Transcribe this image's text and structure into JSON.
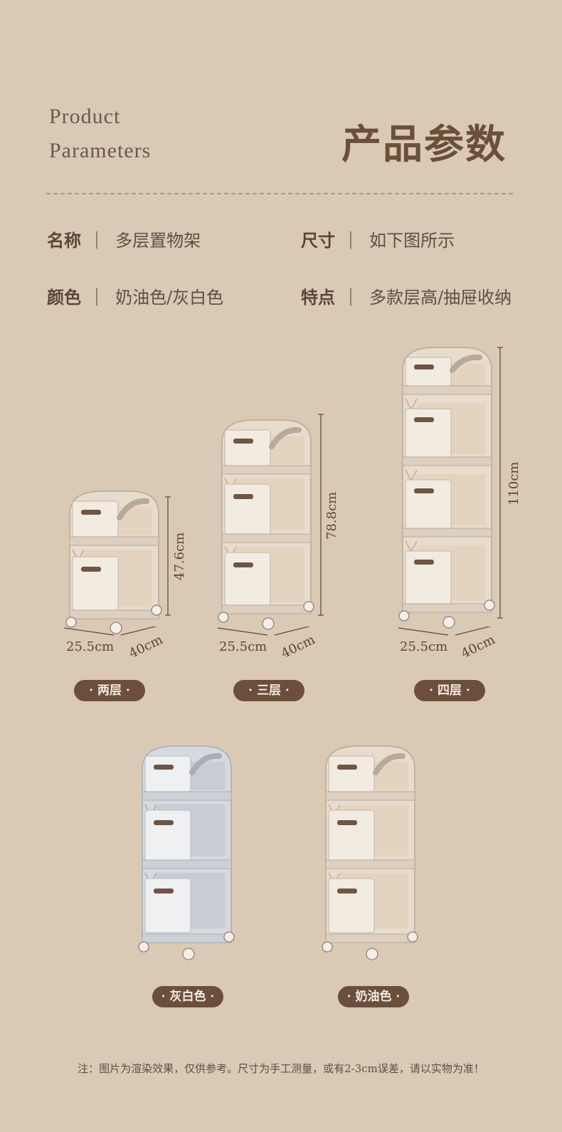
{
  "header": {
    "title_en_line1": "Product",
    "title_en_line2": "Parameters",
    "title_zh": "产品参数"
  },
  "params": [
    {
      "key": "名称",
      "sep": "|",
      "value": "多层置物架"
    },
    {
      "key": "尺寸",
      "sep": "|",
      "value": "如下图所示"
    },
    {
      "key": "颜色",
      "sep": "|",
      "value": "奶油色/灰白色"
    },
    {
      "key": "特点",
      "sep": "|",
      "value": "多款层高/抽屉收纳"
    }
  ],
  "sizes": [
    {
      "label": "· 两层 ·",
      "height": "47.6cm",
      "width": "25.5cm",
      "depth": "40cm"
    },
    {
      "label": "· 三层 ·",
      "height": "78.8cm",
      "width": "25.5cm",
      "depth": "40cm"
    },
    {
      "label": "· 四层 ·",
      "height": "110cm",
      "width": "25.5cm",
      "depth": "40cm"
    }
  ],
  "colors": [
    {
      "label": "· 灰白色 ·",
      "hex": "#d6d9de"
    },
    {
      "label": "· 奶油色 ·",
      "hex": "#e7dccd"
    }
  ],
  "note": "注：图片为渲染效果，仅供参考。尺寸为手工测量，或有2-3cm误差，请以实物为准！"
}
